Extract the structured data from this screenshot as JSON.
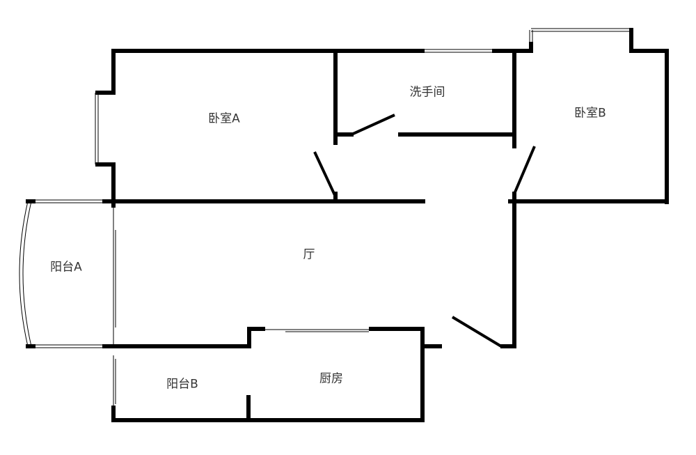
{
  "rooms": {
    "bedroom_a": "卧室A",
    "bathroom": "洗手间",
    "bedroom_b": "卧室B",
    "living": "厅",
    "balcony_a": "阳台A",
    "balcony_b": "阳台B",
    "kitchen": "厨房"
  },
  "colors": {
    "wall": "#000000",
    "label": "#333333"
  }
}
